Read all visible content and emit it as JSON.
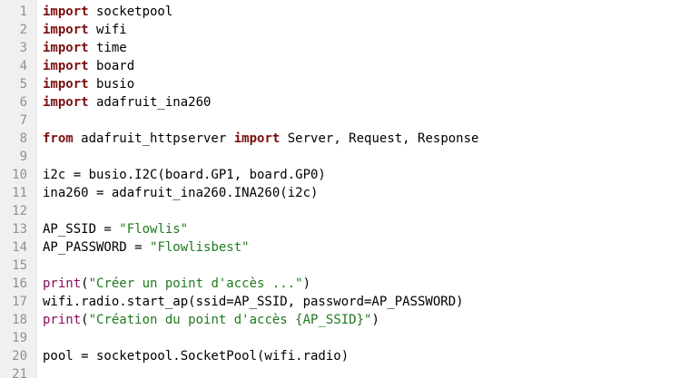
{
  "editor": {
    "colors": {
      "keyword": "#7a0e0e",
      "builtin": "#8a0c5e",
      "string": "#1f7a1f",
      "text": "#000000",
      "gutter_bg": "#f0f0f0",
      "line_number": "#909090"
    },
    "lines": [
      {
        "n": "1",
        "tokens": [
          {
            "t": "import",
            "c": "kw"
          },
          {
            "t": " socketpool",
            "c": ""
          }
        ]
      },
      {
        "n": "2",
        "tokens": [
          {
            "t": "import",
            "c": "kw"
          },
          {
            "t": " wifi",
            "c": ""
          }
        ]
      },
      {
        "n": "3",
        "tokens": [
          {
            "t": "import",
            "c": "kw"
          },
          {
            "t": " time",
            "c": ""
          }
        ]
      },
      {
        "n": "4",
        "tokens": [
          {
            "t": "import",
            "c": "kw"
          },
          {
            "t": " board",
            "c": ""
          }
        ]
      },
      {
        "n": "5",
        "tokens": [
          {
            "t": "import",
            "c": "kw"
          },
          {
            "t": " busio",
            "c": ""
          }
        ]
      },
      {
        "n": "6",
        "tokens": [
          {
            "t": "import",
            "c": "kw"
          },
          {
            "t": " adafruit_ina260",
            "c": ""
          }
        ]
      },
      {
        "n": "7",
        "tokens": []
      },
      {
        "n": "8",
        "tokens": [
          {
            "t": "from",
            "c": "kw"
          },
          {
            "t": " adafruit_httpserver ",
            "c": ""
          },
          {
            "t": "import",
            "c": "kw"
          },
          {
            "t": " Server, Request, Response",
            "c": ""
          }
        ]
      },
      {
        "n": "9",
        "tokens": []
      },
      {
        "n": "10",
        "tokens": [
          {
            "t": "i2c = busio.I2C(board.GP1, board.GP0)",
            "c": ""
          }
        ]
      },
      {
        "n": "11",
        "tokens": [
          {
            "t": "ina260 = adafruit_ina260.INA260(i2c)",
            "c": ""
          }
        ]
      },
      {
        "n": "12",
        "tokens": []
      },
      {
        "n": "13",
        "tokens": [
          {
            "t": "AP_SSID = ",
            "c": ""
          },
          {
            "t": "\"Flowlis\"",
            "c": "str"
          }
        ]
      },
      {
        "n": "14",
        "tokens": [
          {
            "t": "AP_PASSWORD = ",
            "c": ""
          },
          {
            "t": "\"Flowlisbest\"",
            "c": "str"
          }
        ]
      },
      {
        "n": "15",
        "tokens": []
      },
      {
        "n": "16",
        "tokens": [
          {
            "t": "print",
            "c": "bi"
          },
          {
            "t": "(",
            "c": ""
          },
          {
            "t": "\"Créer un point d'accès ...\"",
            "c": "str"
          },
          {
            "t": ")",
            "c": ""
          }
        ]
      },
      {
        "n": "17",
        "tokens": [
          {
            "t": "wifi.radio.start_ap(ssid=AP_SSID, password=AP_PASSWORD)",
            "c": ""
          }
        ]
      },
      {
        "n": "18",
        "tokens": [
          {
            "t": "print",
            "c": "bi"
          },
          {
            "t": "(",
            "c": ""
          },
          {
            "t": "\"Création du point d'accès {AP_SSID}\"",
            "c": "str"
          },
          {
            "t": ")",
            "c": ""
          }
        ]
      },
      {
        "n": "19",
        "tokens": []
      },
      {
        "n": "20",
        "tokens": [
          {
            "t": "pool = socketpool.SocketPool(wifi.radio)",
            "c": ""
          }
        ]
      },
      {
        "n": "21",
        "tokens": []
      }
    ]
  }
}
